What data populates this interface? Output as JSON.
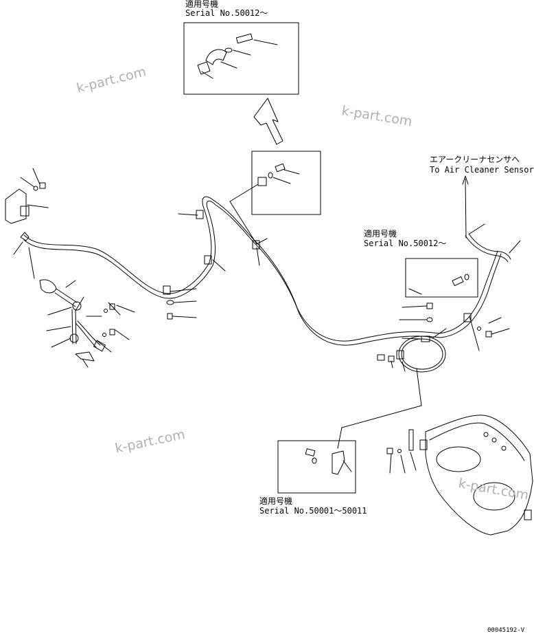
{
  "top_note": {
    "line1": "適用号機",
    "line2": "Serial No.50012～"
  },
  "right_note": {
    "line1": "適用号機",
    "line2": "Serial No.50012～"
  },
  "bottom_note": {
    "line1": "適用号機",
    "line2": "Serial No.50001～50011"
  },
  "air_cleaner": {
    "japanese": "エアークリーナセンサへ",
    "english": "To Air Cleaner Sensor"
  },
  "watermark": "k-part.com",
  "drawing_id": "00045192-V",
  "colors": {
    "line": "#000000",
    "watermark": "#b0b0b0"
  }
}
